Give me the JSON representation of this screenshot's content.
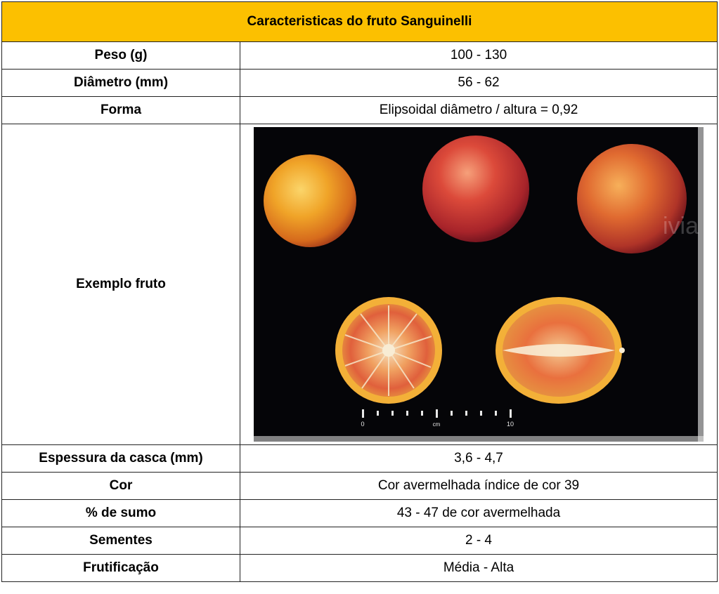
{
  "table": {
    "title": "Caracteristicas do fruto Sanguinelli",
    "rows": [
      {
        "label": "Peso (g)",
        "value": "100 - 130"
      },
      {
        "label": "Diâmetro (mm)",
        "value": "56 - 62"
      },
      {
        "label": "Forma",
        "value": "Elipsoidal  diâmetro / altura = 0,92"
      }
    ],
    "image_row": {
      "label": "Exemplo fruto",
      "photo": {
        "scale_start": "0",
        "scale_mid": "cm",
        "scale_end": "10",
        "watermark": "ivia",
        "background": "#050508",
        "peel_colors": [
          "#e8a21f",
          "#c93a2e",
          "#d85434"
        ]
      }
    },
    "rows_after": [
      {
        "label": "Espessura da casca (mm)",
        "value": "3,6 - 4,7"
      },
      {
        "label": "Cor",
        "value": "Cor avermelhada índice de cor 39"
      },
      {
        "label": "% de sumo",
        "value": "43 - 47 de cor avermelhada"
      },
      {
        "label": "Sementes",
        "value": "2 - 4"
      },
      {
        "label": "Frutificação",
        "value": "Média - Alta"
      }
    ]
  },
  "colors": {
    "header_bg": "#fcc000"
  }
}
